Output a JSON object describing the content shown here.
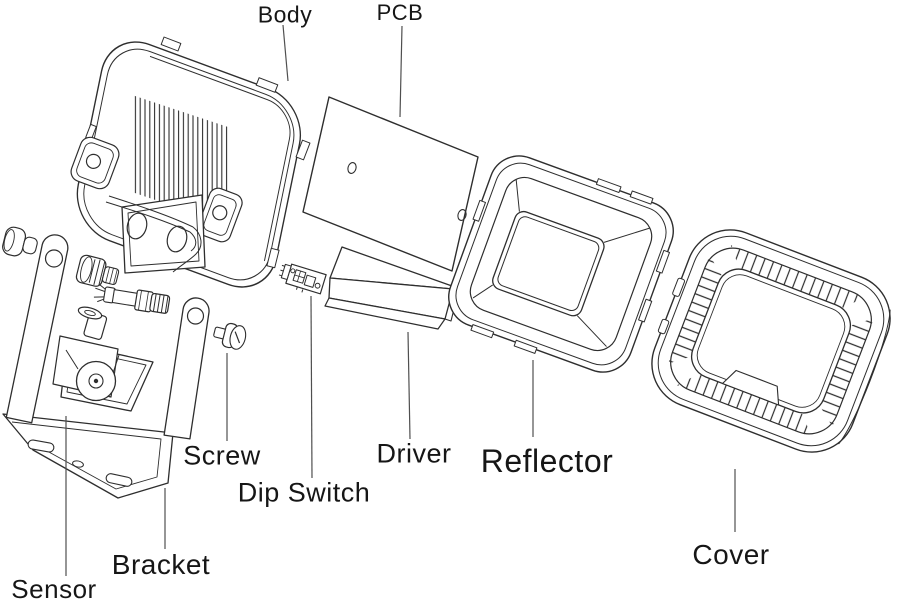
{
  "diagram": {
    "kind": "exploded-parts-diagram",
    "labels": {
      "body": "Body",
      "pcb": "PCB",
      "screw": "Screw",
      "dip_switch": "Dip Switch",
      "driver": "Driver",
      "reflector": "Reflector",
      "cover": "Cover",
      "bracket": "Bracket",
      "sensor": "Sensor"
    },
    "parts": [
      "Body",
      "PCB",
      "Dip Switch",
      "Driver",
      "Reflector",
      "Cover",
      "Screw",
      "Bracket",
      "Sensor"
    ],
    "colors": {
      "background": "#ffffff",
      "line": "#2e2e2e",
      "leader_line": "#4f4f4f",
      "label_text": "#161616"
    }
  }
}
